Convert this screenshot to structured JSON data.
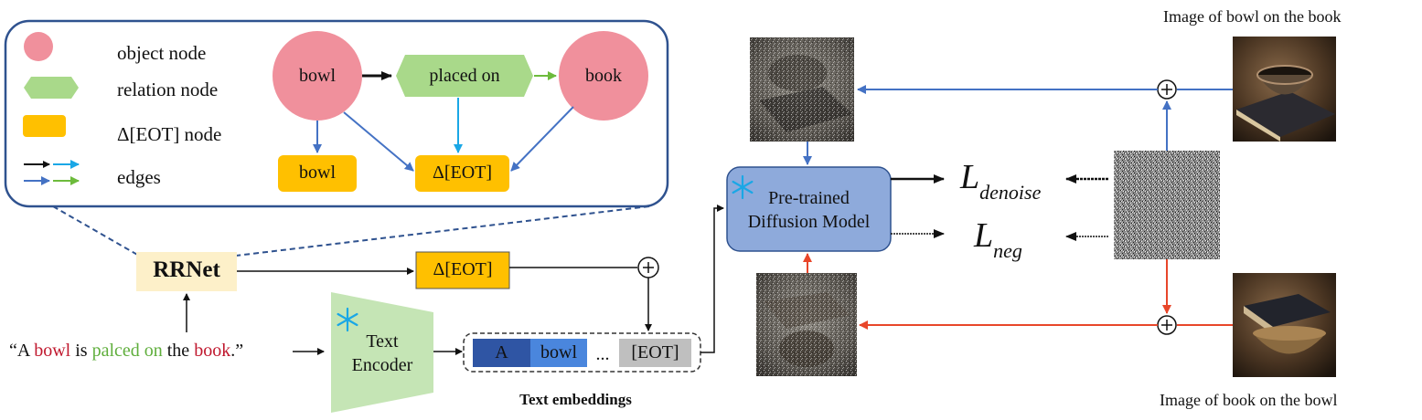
{
  "legend": {
    "object_node": "object node",
    "relation_node": "relation node",
    "eot_node": "Δ[EOT] node",
    "edges": "edges"
  },
  "graph": {
    "subject": "bowl",
    "relation": "placed on",
    "object": "book",
    "subject_child": "bowl",
    "eot": "Δ[EOT]"
  },
  "rrnet_label": "RRNet",
  "delta_eot": "Δ[EOT]",
  "prompt": {
    "open_quote": "“A ",
    "subject": "bowl",
    "is": " is ",
    "relation": "palced on",
    "the": " the ",
    "object": "book",
    "close": ".”"
  },
  "text_encoder": {
    "line1": "Text",
    "line2": "Encoder"
  },
  "embeddings": {
    "tokens": [
      "A",
      "bowl",
      "...",
      "[EOT]"
    ],
    "caption": "Text embeddings"
  },
  "diffusion": {
    "line1": "Pre-trained",
    "line2": "Diffusion Model"
  },
  "losses": {
    "denoise_main": "L",
    "denoise_sub": "denoise",
    "neg_main": "L",
    "neg_sub": "neg"
  },
  "captions": {
    "positive": "Image of bowl on the book",
    "negative": "Image of book on the bowl"
  },
  "colors": {
    "object_node": "#f0909c",
    "relation_node": "#a9d98a",
    "eot_node": "#ffc000",
    "blue_edge": "#4472c4",
    "cyan_edge": "#1aa7e6",
    "green_edge": "#6dbb3c",
    "red_edge": "#e8462a",
    "diffusion_fill": "#8eaadb",
    "token_dark": "#2f55a4",
    "token_light": "#4a86dd",
    "token_gray": "#bfbfbf",
    "rrnet_fill": "#fdf0c9",
    "encoder_fill": "#c5e5b5",
    "prompt_red": "#c0182e",
    "prompt_green": "#5fae3c"
  },
  "icons": {
    "frozen": "snowflake-icon",
    "plus": "plus-circle-icon"
  }
}
